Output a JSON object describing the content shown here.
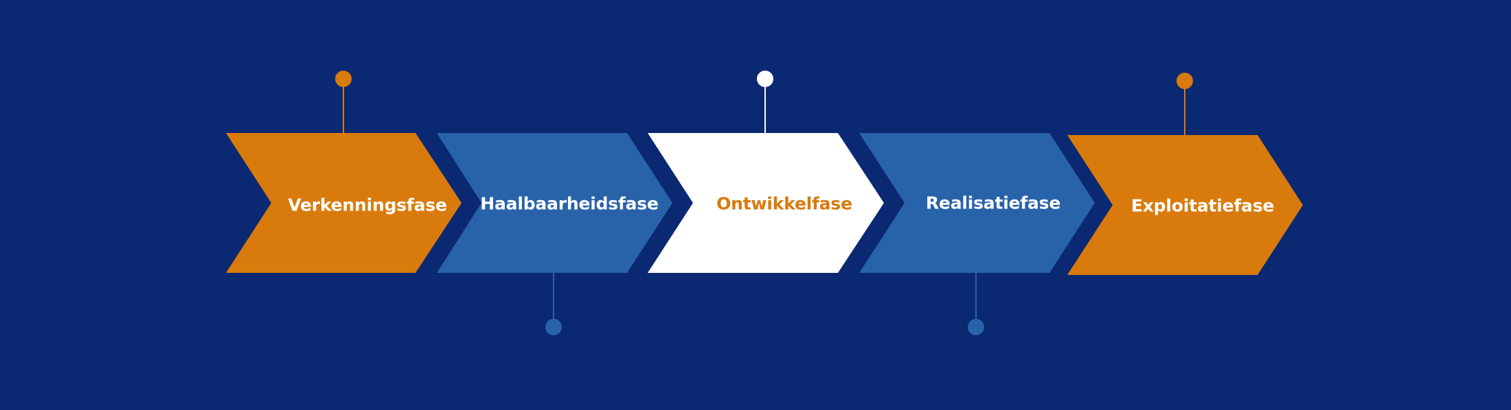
{
  "colors": {
    "background": "#0b2872",
    "orange": "#d97b0c",
    "blue": "#2863aa",
    "white": "#ffffff"
  },
  "phases": [
    {
      "label": "Verkenningsfase",
      "fill": "#d97b0c",
      "text_color": "#ffffff",
      "pin": "top",
      "pin_color": "#d97b0c"
    },
    {
      "label": "Haalbaarheidsfase",
      "fill": "#2863aa",
      "text_color": "#ffffff",
      "pin": "bottom",
      "pin_color": "#2863aa"
    },
    {
      "label": "Ontwikkelfase",
      "fill": "#ffffff",
      "text_color": "#d97b0c",
      "pin": "top",
      "pin_color": "#ffffff"
    },
    {
      "label": "Realisatiefase",
      "fill": "#2863aa",
      "text_color": "#ffffff",
      "pin": "bottom",
      "pin_color": "#2863aa"
    },
    {
      "label": "Exploitatiefase",
      "fill": "#d97b0c",
      "text_color": "#ffffff",
      "pin": "top",
      "pin_color": "#d97b0c"
    }
  ]
}
